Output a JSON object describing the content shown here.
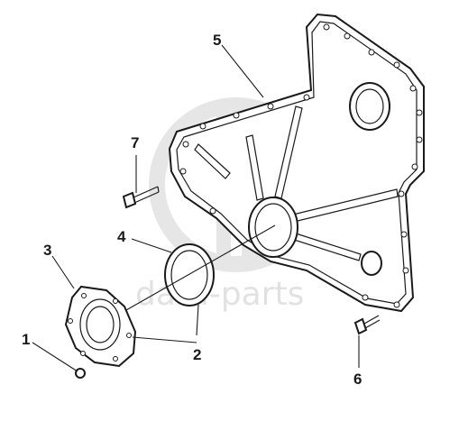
{
  "watermark": {
    "text": "dara-parts"
  },
  "callouts": [
    {
      "id": "1",
      "label": "1"
    },
    {
      "id": "2",
      "label": "2"
    },
    {
      "id": "3",
      "label": "3"
    },
    {
      "id": "4",
      "label": "4"
    },
    {
      "id": "5",
      "label": "5"
    },
    {
      "id": "6",
      "label": "6"
    },
    {
      "id": "7",
      "label": "7"
    }
  ],
  "colors": {
    "line": "#1a1a1a",
    "watermark": "#e2e2e2",
    "background": "#ffffff"
  }
}
